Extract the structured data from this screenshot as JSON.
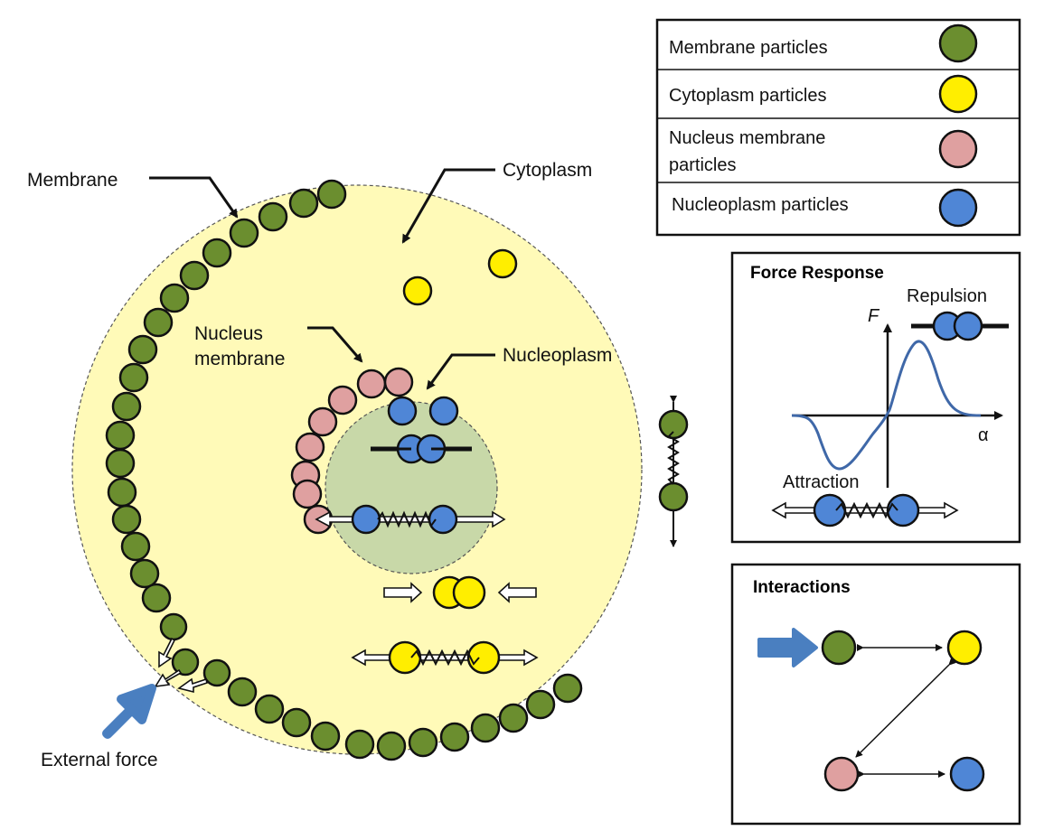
{
  "labels": {
    "membrane": "Membrane",
    "cytoplasm": "Cytoplasm",
    "nucleus_membrane_1": "Nucleus",
    "nucleus_membrane_2": "membrane",
    "nucleoplasm": "Nucleoplasm",
    "external_force": "External force"
  },
  "legend": {
    "items": [
      {
        "label": "Membrane particles",
        "color": "#6b8e2f"
      },
      {
        "label": "Cytoplasm particles",
        "color": "#ffee00"
      },
      {
        "label_line1": "Nucleus membrane",
        "label_line2": "particles",
        "color": "#dfa0a0"
      },
      {
        "label": "Nucleoplasm particles",
        "color": "#4f86d6"
      }
    ]
  },
  "force_response": {
    "title": "Force Response",
    "y_axis": "F",
    "x_axis": "α",
    "repulsion": "Repulsion",
    "attraction": "Attraction"
  },
  "interactions": {
    "title": "Interactions"
  },
  "colors": {
    "membrane": "#6b8e2f",
    "cytoplasm": "#ffee00",
    "cell_fill": "#fffab8",
    "nucleus_membrane": "#dfa0a0",
    "nucleoplasm": "#4f86d6",
    "nucleus_fill": "#c8d8a8",
    "arrow_blue": "#4a7fc0"
  }
}
